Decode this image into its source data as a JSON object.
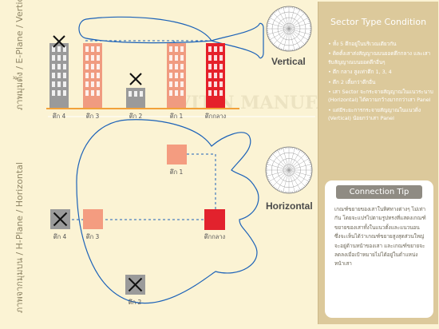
{
  "labels": {
    "top_side": "ภาพมุมตั้ง / E-Plane / Vertical",
    "bottom_side": "ภาพจากมุมบน / H-Plane / Horizontal",
    "vertical": "Vertical",
    "horizontal": "Horizontal",
    "watermark": "VIT N MANUFACT"
  },
  "buildings": [
    {
      "label": "ตึก 4",
      "color": "#9a9a9a",
      "blocked": true
    },
    {
      "label": "ตึก 3",
      "color": "#f09b80",
      "blocked": false
    },
    {
      "label": "ตึก 2",
      "color": "#9a9a9a",
      "blocked": true
    },
    {
      "label": "ตึก 1",
      "color": "#f09b80",
      "blocked": false
    },
    {
      "label": "ตึกกลาง",
      "color": "#e5202a",
      "blocked": false
    }
  ],
  "plan": [
    {
      "label": "ตึก 1",
      "color": "#f49c80",
      "blocked": false
    },
    {
      "label": "ตึก 4",
      "color": "#9a9a9a",
      "blocked": true
    },
    {
      "label": "ตึก 3",
      "color": "#f49c80",
      "blocked": false
    },
    {
      "label": "ตึกกลาง",
      "color": "#e2222d",
      "blocked": false
    },
    {
      "label": "ตึก 2",
      "color": "#9a9a9a",
      "blocked": true
    }
  ],
  "panel": {
    "title": "Sector Type Condition",
    "bullets": [
      "ทั้ง 5 ตึกอยู่ในบริเวณเดียวกัน",
      "ติดตั้งเสาส่งสัญญาณบนยอดตึกกลาง และเสารับสัญญาณบนยอดตึกอื่นๆ",
      "ตึก กลาง สูงเท่าตึก 1, 3, 4",
      "ตึก 2 เตี้ยกว่าตึกอื่น",
      "เสา Sector จะกระจายสัญญาณในแนวระนาบ (Horizontal) ได้ความกว้างมากกว่าเสา Panel",
      "แต่มีระยะการกระจายสัญญาณในแนวดิ่ง (Vertical) น้อยกว่าเสา Panel"
    ]
  },
  "tip": {
    "title": "Connection Tip",
    "body": "เกณฑ์ขยายของเสาในทิศทางต่างๆ ไม่เท่ากัน โดยจะแปรไปตามรูปทรงที่แสดงเกณฑ์ขยายของเสาทั้งในแนวตั้งและแนวนอน ซึ่งจะเห็นได้ว่าเกณฑ์ขยายสูงสุดส่วนใหญ่จะอยู่ด้านหน้าของเสา และเกณฑ์ขยายจะลดลงเมื่อเป้าหมายไม่ได้อยู่ในตำแหน่งหน้าเสา"
  },
  "colors": {
    "background": "#fbf3d4",
    "panel": "#dcc99b",
    "beam": "#1c62b8",
    "ground": "#f2a23a",
    "target": "#e5202a"
  },
  "icons": [
    "polar-grid-icon",
    "blocked-x-icon"
  ]
}
